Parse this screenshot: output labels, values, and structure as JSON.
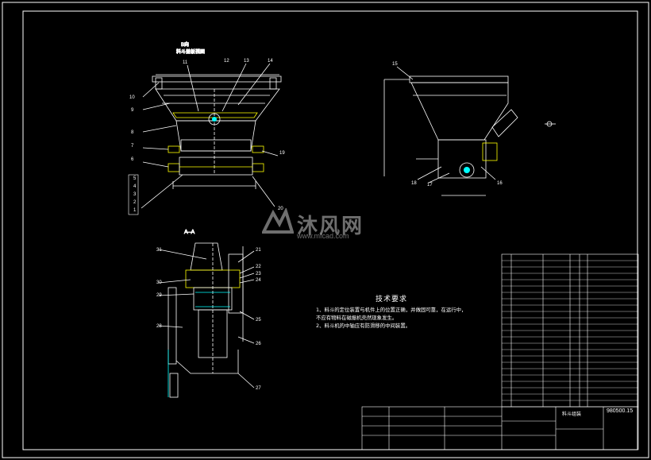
{
  "watermark": {
    "cn": "沐风网",
    "en": "www.mfcad.com"
  },
  "section_label": "A–A",
  "front_view": {
    "title_line1": "B向",
    "title_line2": "料斗盖板视图"
  },
  "tech_requirements": {
    "title": "技术要求",
    "items": [
      "1、料斗的定位装置与机件上的位置正确，并做固可靠，在运行中，",
      "不应有物料在磁振机壳然现象发生。",
      "2、料斗机的中轴应有防滑移的中间装置。"
    ]
  },
  "balloons_front": [
    "10",
    "9",
    "8",
    "7",
    "6",
    "5",
    "4",
    "3",
    "2",
    "1",
    "11",
    "12",
    "13",
    "14",
    "19",
    "20"
  ],
  "balloons_side": [
    "15",
    "16",
    "17",
    "18"
  ],
  "balloons_section": [
    "21",
    "22",
    "23",
    "24",
    "25",
    "26",
    "27",
    "28",
    "29",
    "30",
    "31"
  ],
  "title_block": {
    "drawing_no": "980500.15",
    "part_name": "料斗组装"
  },
  "colors": {
    "background": "#000000",
    "line": "#ffffff",
    "accent_yellow": "#ffff00",
    "accent_cyan": "#00ffff"
  }
}
